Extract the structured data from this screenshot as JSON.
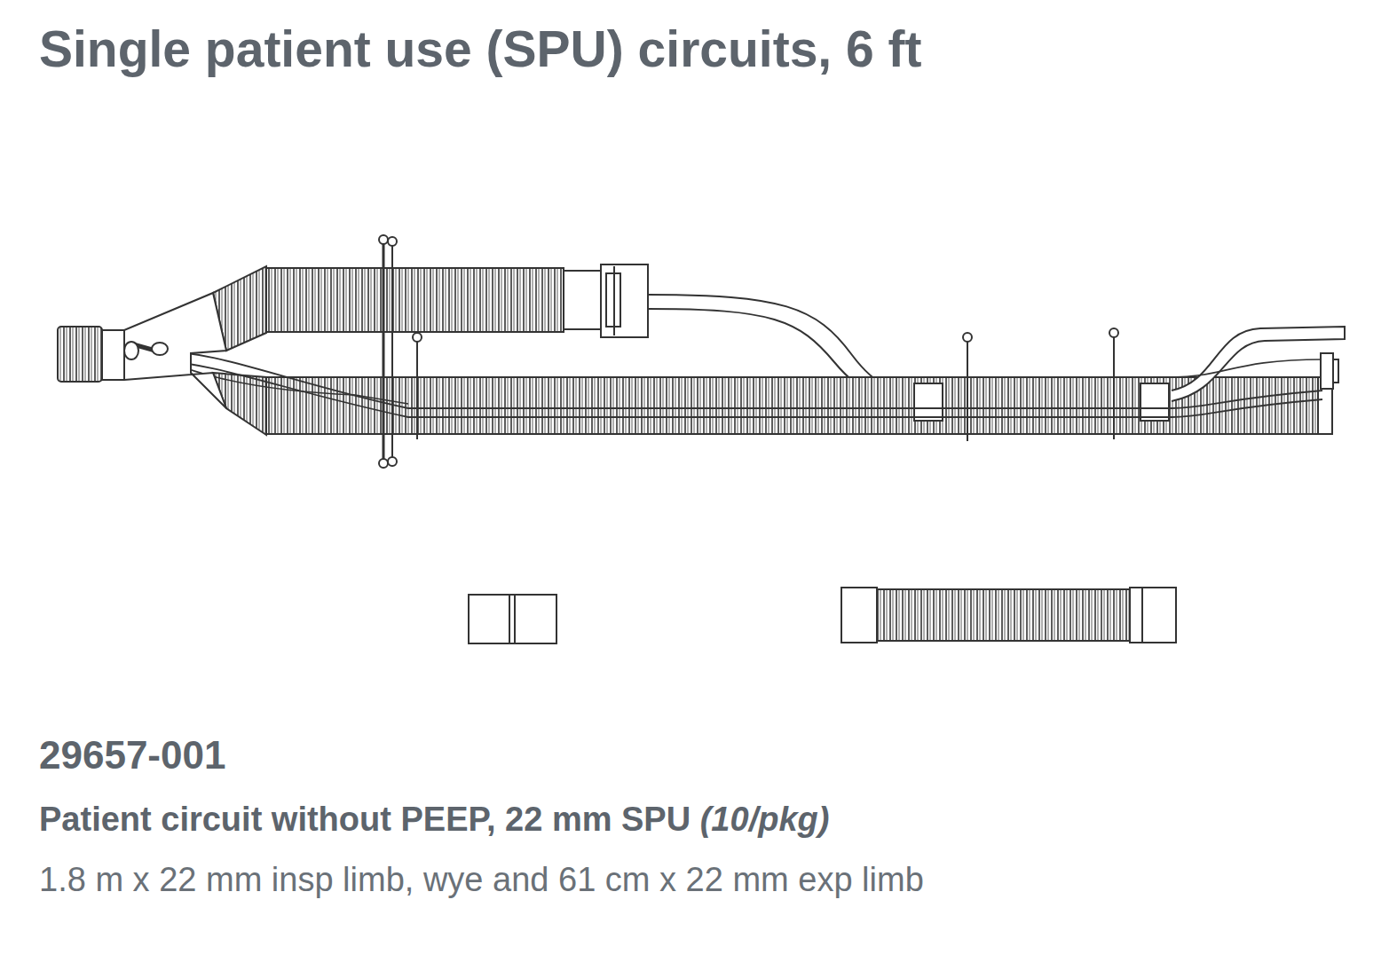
{
  "diagram": {
    "title": "Single patient use (SPU) circuits, 6 ft",
    "labels": [
      "29657-001",
      "Patient circuit without PEEP, 22 mm SPU",
      "(10/pkg)",
      "1.8 m x 22 mm insp limb, wye and 61 cm x 22 mm exp limb"
    ]
  }
}
